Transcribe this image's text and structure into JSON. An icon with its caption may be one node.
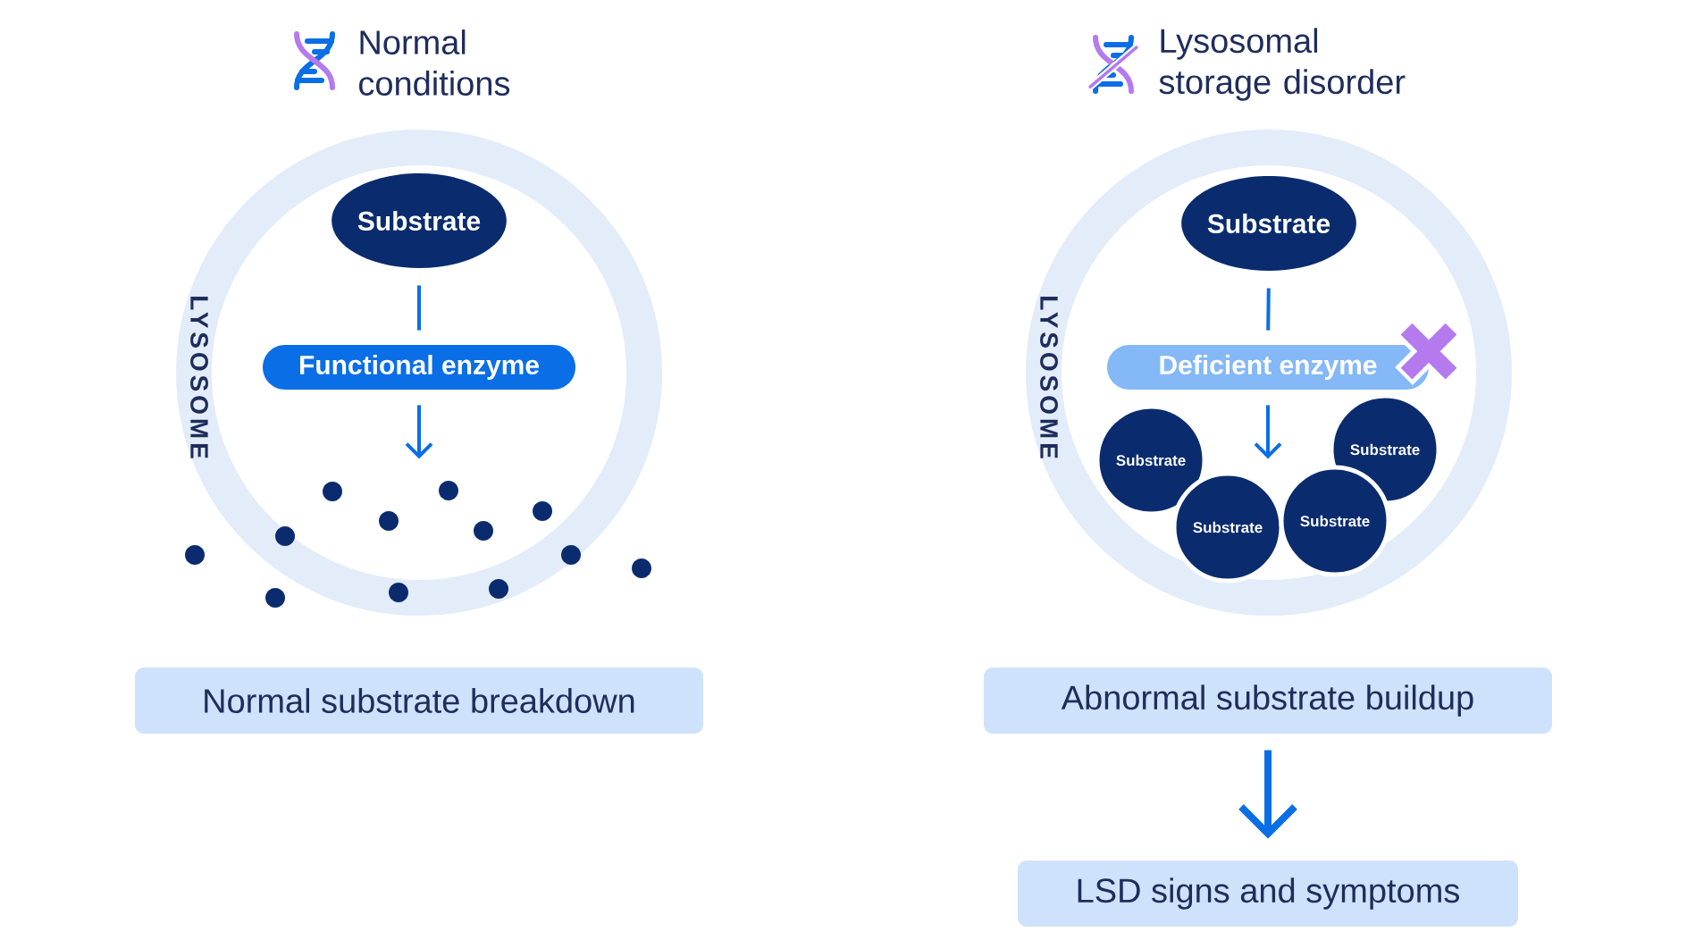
{
  "diagram": {
    "nodes": [
      {
        "text": [
          "LYSOSOME"
        ]
      },
      {
        "text": [
          "Substrate"
        ],
        "in": 0
      },
      {
        "text": [
          "Functional enzyme"
        ],
        "in": 0
      },
      {
        "text": [
          "Normal substrate breakdown"
        ]
      },
      {
        "text": [
          "LYSOSOME"
        ]
      },
      {
        "text": [
          "Substrate"
        ],
        "in": 4
      },
      {
        "text": [
          "Deficient enzyme"
        ],
        "in": 4
      },
      {
        "text": [
          "Substrate"
        ],
        "in": 4
      },
      {
        "text": [
          "Substrate"
        ],
        "in": 4
      },
      {
        "text": [
          "Substrate"
        ],
        "in": 4
      },
      {
        "text": [
          "Substrate"
        ],
        "in": 4
      },
      {
        "text": [
          "Abnormal substrate buildup"
        ]
      },
      {
        "text": [
          "LSD signs and symptoms"
        ]
      }
    ],
    "edges": [
      {
        "from": 1,
        "to": 2,
        "arrow": "none"
      },
      {
        "from": 2,
        "to": null,
        "arrow": "to"
      },
      {
        "from": 5,
        "to": 6,
        "arrow": "none"
      },
      {
        "from": 6,
        "to": null,
        "arrow": "to"
      },
      {
        "from": 11,
        "to": 12,
        "arrow": "to",
        "style": "thick"
      }
    ],
    "labels": [
      "Normal conditions",
      "Lysosomal storage disorder"
    ]
  }
}
